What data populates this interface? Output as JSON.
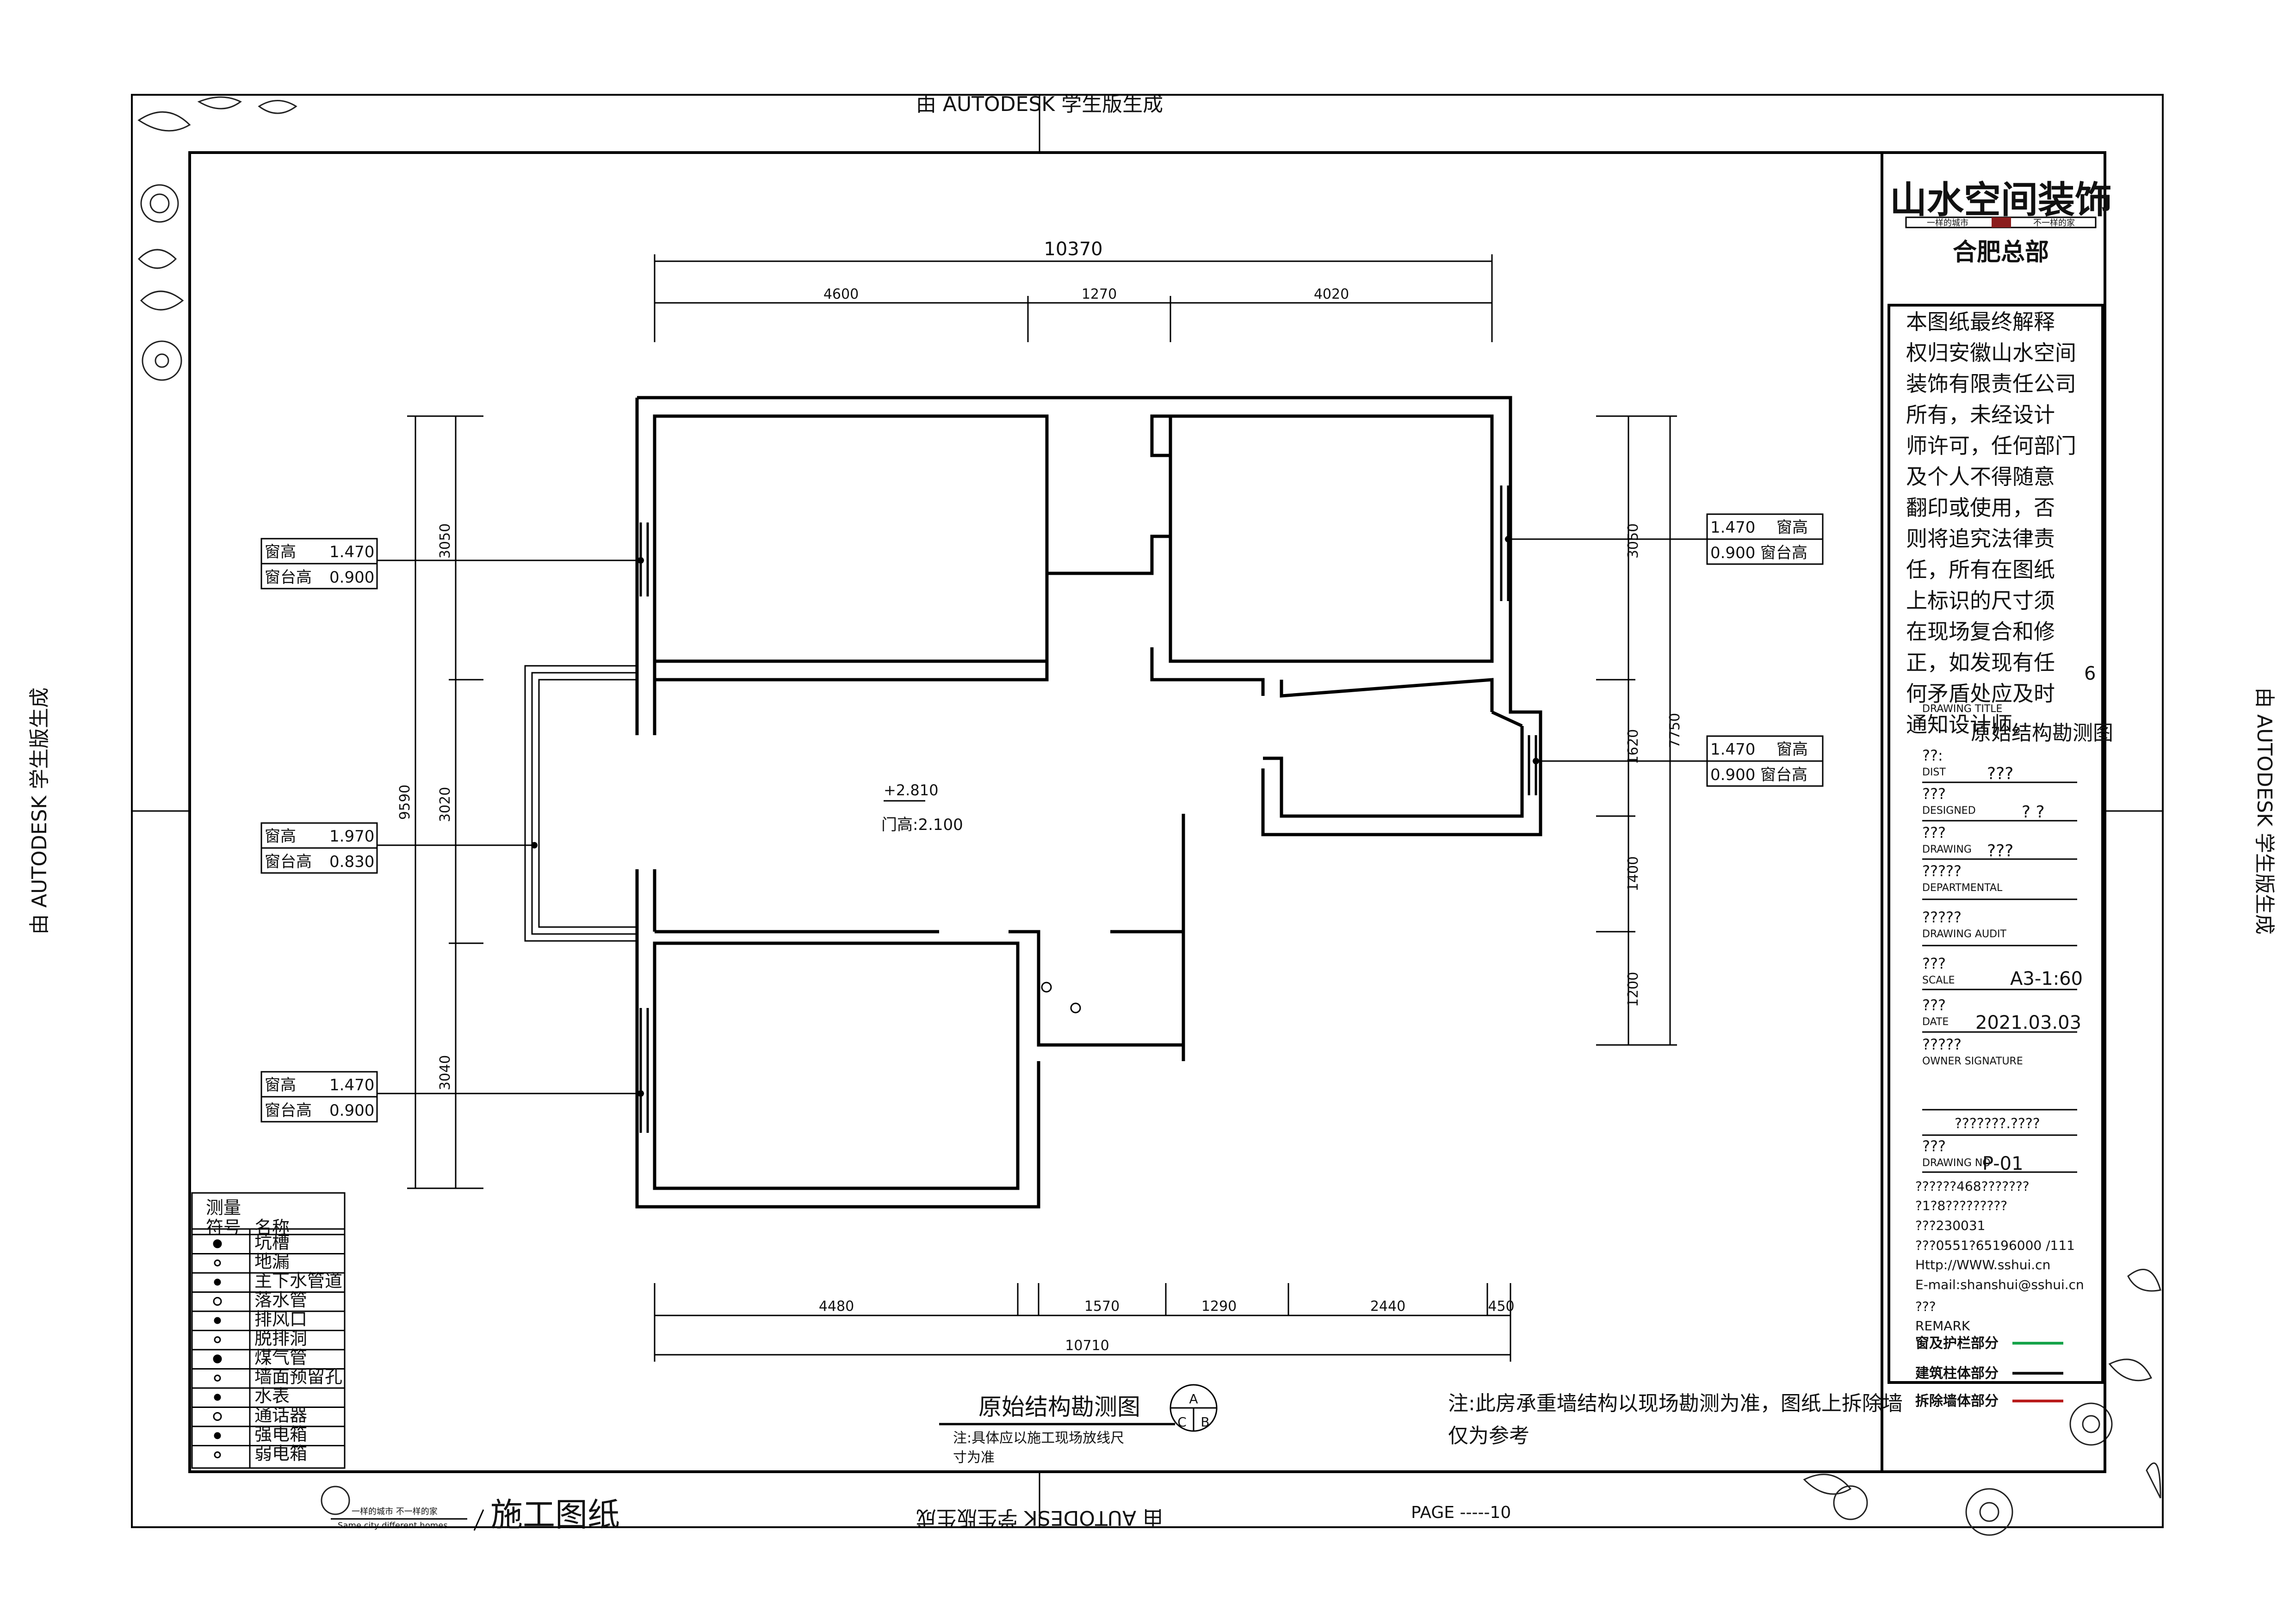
{
  "watermark": "由 AUTODESK 学生版生成",
  "company": {
    "name": "山水空间装饰",
    "slogan_left": "一样的城市",
    "slogan_right": "不一样的家",
    "hq": "合肥总部"
  },
  "copyright_text": [
    "本图纸最终解释",
    "权归安徽山水空间",
    "装饰有限责任公司",
    "所有，未经设计",
    "师许可，任何部门",
    "及个人不得随意",
    "翻印或使用，否",
    "则将追究法律责",
    "任，所有在图纸",
    "上标识的尺寸须",
    "在现场复合和修",
    "正，如发现有任",
    "何矛盾处应及时",
    "通知设计师。"
  ],
  "title_block": {
    "overlap_digit": "6",
    "drawing_title_label": "DRAWING TITLE",
    "drawing_title": "原始结构勘测图",
    "dist_q": "??:",
    "dist_label": "DIST",
    "dist_value": "???",
    "designed_q": "???",
    "designed_label": "DESIGNED",
    "designed_value": "? ?",
    "drawing_q": "???",
    "drawing_label": "DRAWING",
    "drawing_value": "???",
    "department_q": "?????",
    "department_label": "DEPARTMENTAL",
    "audit_q": "?????",
    "audit_label": "DRAWING AUDIT",
    "scale_q": "???",
    "scale_label": "SCALE",
    "scale_value": "A3-1:60",
    "date_q": "???",
    "date_label": "DATE",
    "date_value": "2021.03.03",
    "owner_q": "?????",
    "owner_label": "OWNER SIGNATURE",
    "garbled": "???????.????",
    "drawing_no_q": "???",
    "drawing_no_label": "DRAWING NO",
    "drawing_no_value": "P-01",
    "addr1": "??????468???????",
    "addr2": "?1?8?????????",
    "addr3": "???230031",
    "phone": "???0551?65196000 /111",
    "web": "Http://WWW.sshui.cn",
    "email": "E-mail:shanshui@sshui.cn",
    "remark_q": "???",
    "remark_label": "REMARK",
    "legend": [
      {
        "label": "窗及护栏部分",
        "color": "#16a34a"
      },
      {
        "label": "建筑柱体部分",
        "color": "#111111"
      },
      {
        "label": "拆除墙体部分",
        "color": "#b91c1c"
      }
    ]
  },
  "dimensions": {
    "top_total": "10370",
    "top_segments": [
      "4600",
      "1270",
      "4020"
    ],
    "bottom_total": "10710",
    "bottom_segments": [
      "4480",
      "1570",
      "1290",
      "2440",
      "450"
    ],
    "left_total": "9590",
    "left_segments": [
      "3050",
      "3020",
      "3040"
    ],
    "right_total": "7750",
    "right_segments": [
      "3050",
      "1620",
      "1400",
      "1200"
    ]
  },
  "windows": [
    {
      "label1": "窗高",
      "value1": "1.470",
      "label2": "窗台高",
      "value2": "0.900"
    },
    {
      "label1": "窗高",
      "value1": "1.970",
      "label2": "窗台高",
      "value2": "0.830"
    },
    {
      "label1": "窗高",
      "value1": "1.470",
      "label2": "窗台高",
      "value2": "0.900"
    },
    {
      "value1": "1.470",
      "label1": "窗高",
      "value2": "0.900",
      "label2": "窗台高"
    },
    {
      "value1": "1.470",
      "label1": "窗高",
      "value2": "0.900",
      "label2": "窗台高"
    }
  ],
  "center": {
    "ceiling": "+2.810",
    "door": "门高:2.100"
  },
  "symbol_legend": {
    "title": "测量",
    "col1": "符号",
    "col2": "名称",
    "items": [
      "坑槽",
      "地漏",
      "主下水管道",
      "落水管",
      "排风口",
      "脱排洞",
      "煤气管",
      "墙面预留孔",
      "水表",
      "通话器",
      "强电箱",
      "弱电箱"
    ]
  },
  "bottom": {
    "title": "原始结构勘测图",
    "a": "A",
    "b": "B",
    "c": "C",
    "note_small": "注:具体应以施工现场放线尺寸为准",
    "note_main_1": "注:此房承重墙结构以现场勘测为准，图纸上拆除墙",
    "note_main_2": "仅为参考",
    "page": "PAGE -----10",
    "logo_cn": "一样的城市  不一样的家",
    "logo_en": "Same city different homes",
    "drawings_label": "施工图纸"
  }
}
